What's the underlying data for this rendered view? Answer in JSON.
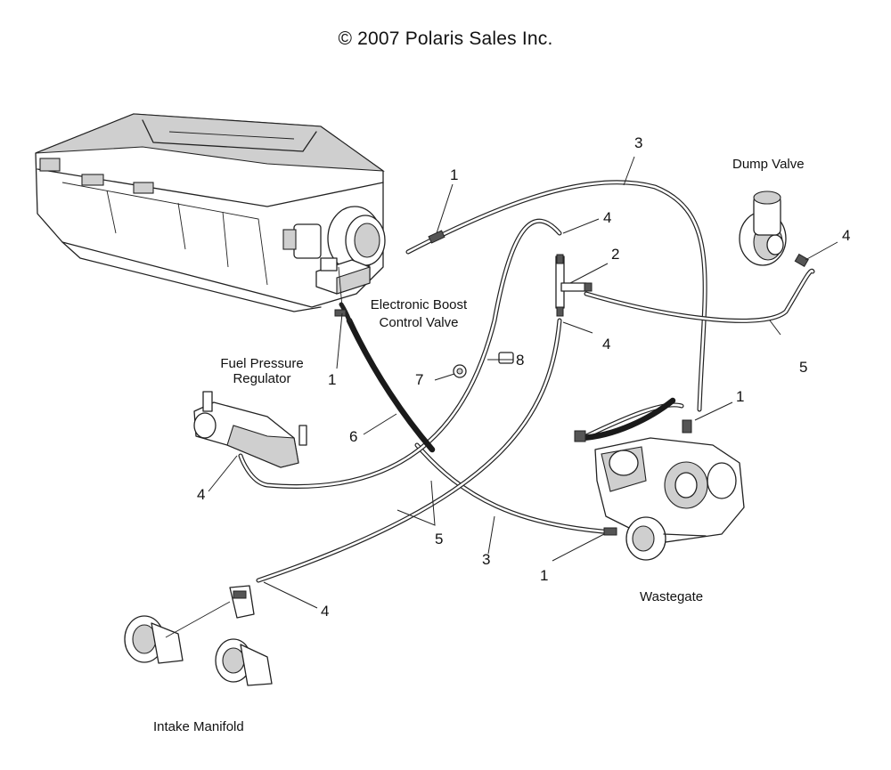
{
  "copyright": "© 2007 Polaris Sales Inc.",
  "components": {
    "dump_valve": "Dump Valve",
    "boost_valve": [
      "Electronic Boost",
      "Control Valve"
    ],
    "fuel_regulator": [
      "Fuel Pressure",
      "Regulator"
    ],
    "wastegate": "Wastegate",
    "intake_manifold": "Intake Manifold"
  },
  "callouts": {
    "c1_top": "1",
    "c1_boost": "1",
    "c1_turbo": "1",
    "c1_bottom": "1",
    "c2": "2",
    "c3_top": "3",
    "c3_bottom": "3",
    "c4_top": "4",
    "c4_dump": "4",
    "c4_mid": "4",
    "c4_regulator": "4",
    "c4_bottom": "4",
    "c5_right": "5",
    "c5_bottom": "5",
    "c6": "6",
    "c7": "7",
    "c8": "8"
  }
}
